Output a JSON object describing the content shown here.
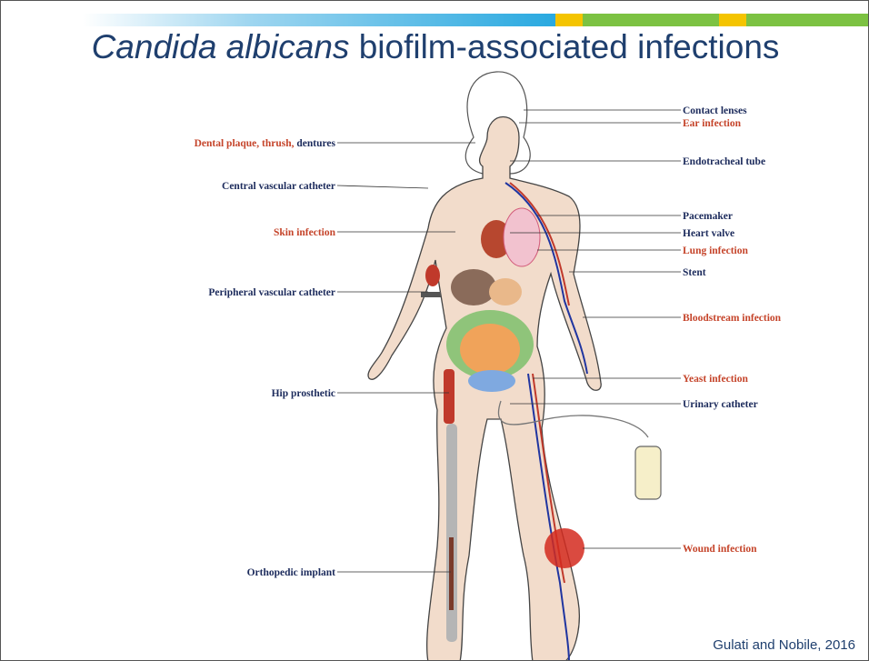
{
  "slide": {
    "title_italic": "Candida albicans",
    "title_rest": " biofilm-associated infections",
    "credit": "Gulati and Nobile, 2016",
    "colors": {
      "title": "#1f3f6e",
      "device_label": "#1c2b5c",
      "infection_label": "#c5442a",
      "skin": "#f2dccb"
    }
  },
  "labels_left": {
    "dental_red": "Dental plaque, thrush,",
    "dental_navy": " dentures",
    "central_catheter": "Central vascular catheter",
    "skin_infection": "Skin infection",
    "peripheral_catheter": "Peripheral vascular catheter",
    "hip_prosthetic": "Hip prosthetic",
    "orthopedic_implant": "Orthopedic implant"
  },
  "labels_right": {
    "contact_lenses": "Contact lenses",
    "ear_infection": "Ear infection",
    "endotracheal_tube": "Endotracheal tube",
    "pacemaker": "Pacemaker",
    "heart_valve": "Heart valve",
    "lung_infection": "Lung infection",
    "stent": "Stent",
    "bloodstream_infection": "Bloodstream infection",
    "yeast_infection": "Yeast infection",
    "urinary_catheter": "Urinary catheter",
    "wound_infection": "Wound infection"
  }
}
